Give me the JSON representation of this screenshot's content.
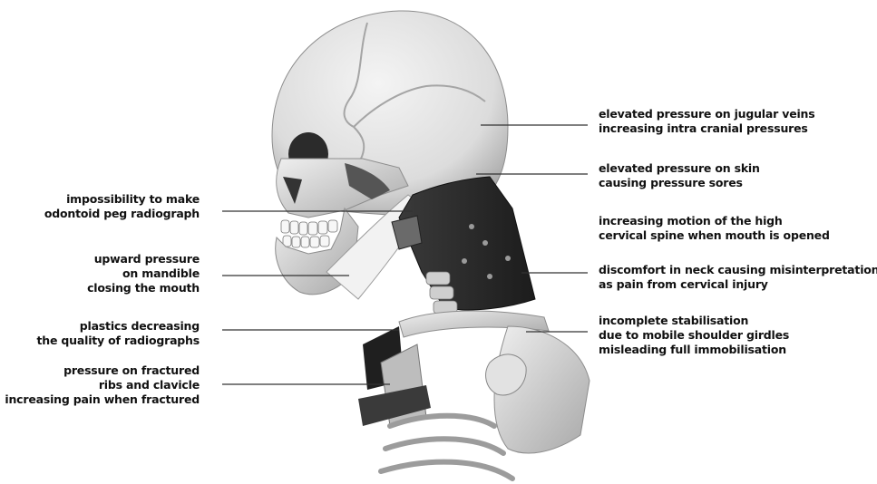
{
  "annotations_left": [
    {
      "lines": [
        "impossibility to make",
        "odontoid peg radiograph"
      ]
    },
    {
      "lines": [
        "upward pressure",
        "on mandible",
        "closing the mouth"
      ]
    },
    {
      "lines": [
        "plastics decreasing",
        "the quality of radiographs"
      ]
    },
    {
      "lines": [
        "pressure on fractured",
        "ribs and clavicle",
        "increasing pain when fractured"
      ]
    }
  ],
  "annotations_right": [
    {
      "lines": [
        "elevated pressure on jugular veins",
        "increasing intra cranial pressures"
      ]
    },
    {
      "lines": [
        "elevated pressure on skin",
        "causing pressure sores"
      ]
    },
    {
      "lines": [
        "increasing motion of the high",
        "cervical spine when mouth is opened"
      ]
    },
    {
      "lines": [
        "discomfort in neck causing misinterpretation",
        "as pain from cervical injury"
      ]
    },
    {
      "lines": [
        "incomplete stabilisation",
        "due to mobile shoulder girdles",
        "misleading full immobilisation"
      ]
    }
  ],
  "illustration": {
    "subject": "skull-with-cervical-collar",
    "colors": {
      "bone": "#e6e6e6",
      "bone_shadow": "#b9b9b9",
      "collar": "#2a2a2a",
      "line": "#333333"
    }
  }
}
